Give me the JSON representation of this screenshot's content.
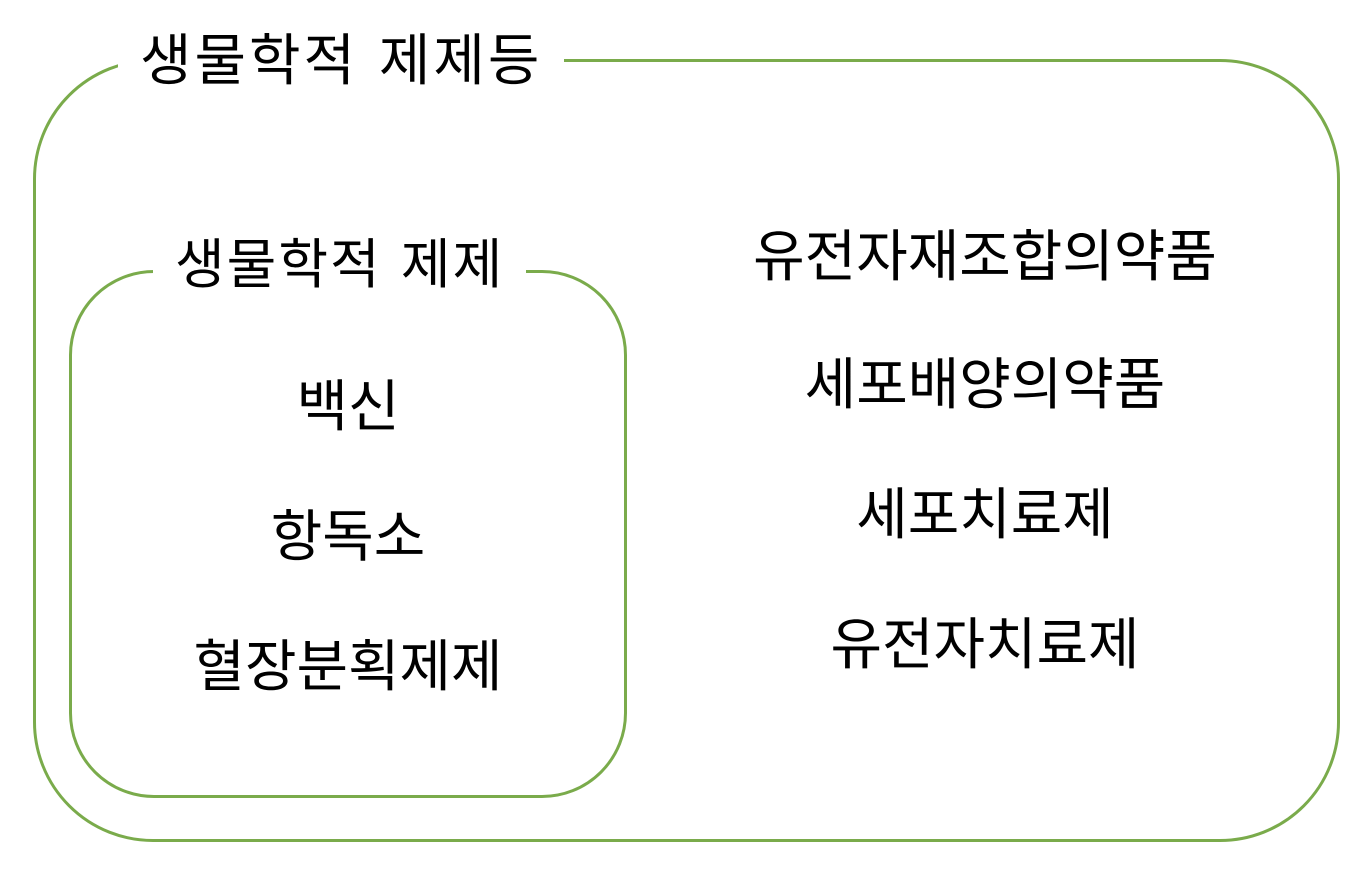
{
  "outer_group": {
    "label": "생물학적 제제등",
    "border_color": "#7aab4b"
  },
  "inner_group": {
    "label": "생물학적 제제",
    "items": [
      "백신",
      "항독소",
      "혈장분획제제"
    ]
  },
  "right_items": [
    "유전자재조합의약품",
    "세포배양의약품",
    "세포치료제",
    "유전자치료제"
  ]
}
